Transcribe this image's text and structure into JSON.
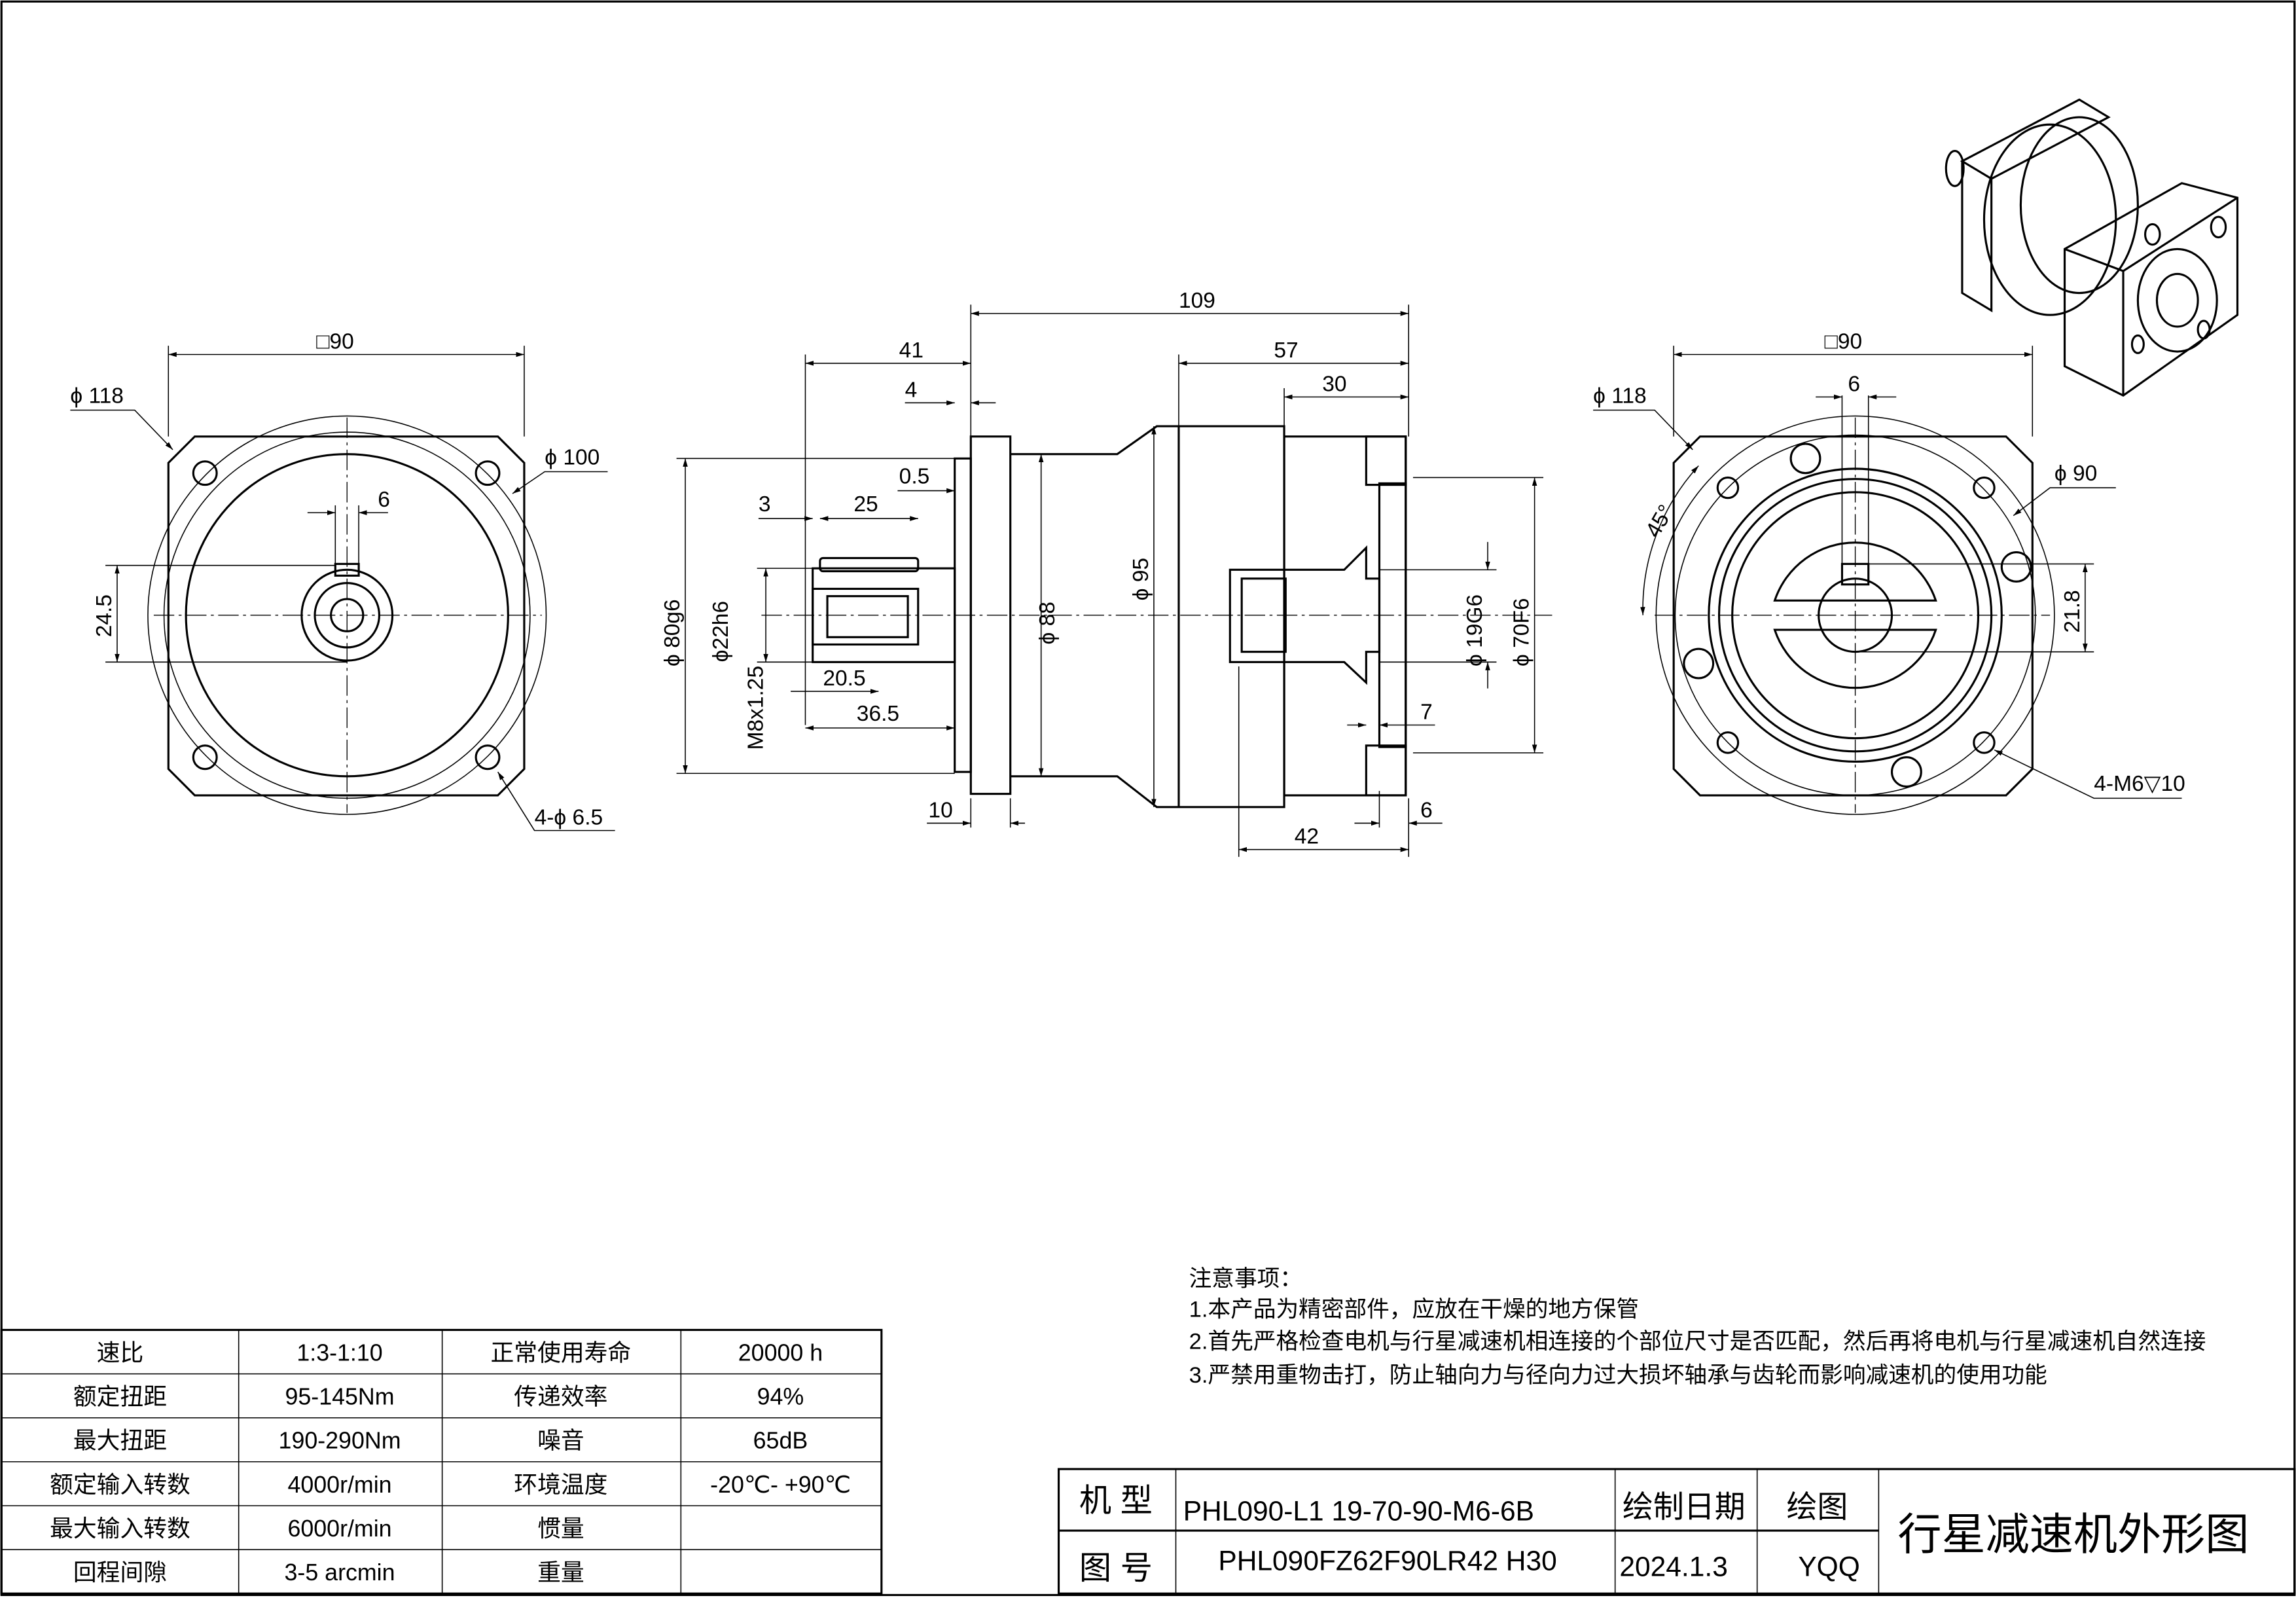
{
  "left_view": {
    "square": "□90",
    "dia_outer": "ϕ 118",
    "dia_pcd": "ϕ 100",
    "key_width": "6",
    "key_height": "24.5",
    "holes": "4-ϕ 6.5"
  },
  "side_view": {
    "total_length": "109",
    "output_length": "41",
    "flange_step": "4",
    "step_05": "0.5",
    "shaft_3": "3",
    "key_len": "25",
    "thread_depth": "20.5",
    "shaft_len": "36.5",
    "flange_thk": "10",
    "motor_57": "57",
    "motor_30": "30",
    "motor_42": "42",
    "motor_6": "6",
    "motor_7": "7",
    "pilot": "ϕ 80g6",
    "shaft_dia": "ϕ22h6",
    "thread": "M8x1.25",
    "body_88": "ϕ 88",
    "body_95": "ϕ 95",
    "input_bore": "ϕ 19G6",
    "motor_pilot": "ϕ 70F6"
  },
  "right_view": {
    "square": "□90",
    "dia_outer": "ϕ 118",
    "key_width": "6",
    "pcd": "ϕ 90",
    "angle": "45°",
    "key_depth": "21.8",
    "threads": "4-M6▽10"
  },
  "notes": {
    "title": "注意事项：",
    "items": [
      "1.本产品为精密部件，应放在干燥的地方保管",
      "2.首先严格检查电机与行星减速机相连接的个部位尺寸是否匹配，然后再将电机与行星减速机自然连接",
      "3.严禁用重物击打，防止轴向力与径向力过大损坏轴承与齿轮而影响减速机的使用功能"
    ]
  },
  "spec_table": {
    "rows": [
      [
        "速比",
        "1:3-1:10",
        "正常使用寿命",
        "20000  h"
      ],
      [
        "额定扭距",
        "95-145Nm",
        "传递效率",
        "94%"
      ],
      [
        "最大扭距",
        "190-290Nm",
        "噪音",
        "65dB"
      ],
      [
        "额定输入转数",
        "4000r/min",
        "环境温度",
        "-20℃- +90℃"
      ],
      [
        "最大输入转数",
        "6000r/min",
        "惯量",
        ""
      ],
      [
        "回程间隙",
        "3-5 arcmin",
        "重量",
        ""
      ]
    ]
  },
  "title_block": {
    "model_label": "机 型",
    "model_value": "PHL090-L1 19-70-90-M6-6B",
    "drawing_no_label": "图 号",
    "drawing_no_value": "PHL090FZ62F90LR42 H30",
    "date_label": "绘制日期",
    "date_value": "2024.1.3",
    "drawer_label": "绘图",
    "drawer_value": "YQQ",
    "title": "行星减速机外形图"
  }
}
